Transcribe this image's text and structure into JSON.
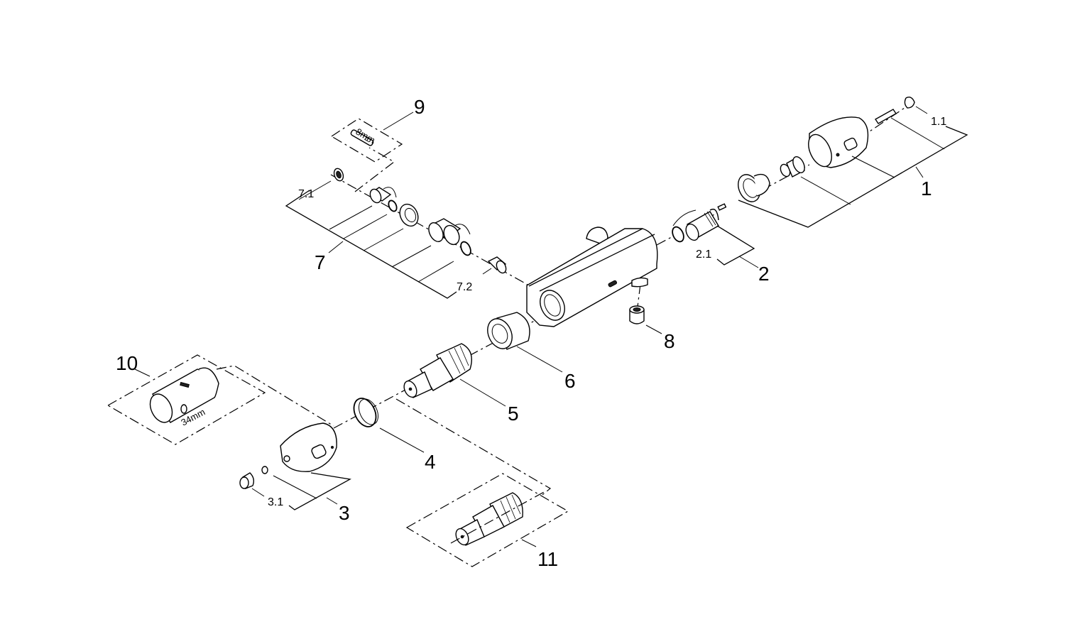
{
  "diagram": {
    "type": "exploded-view parts diagram",
    "subject": "thermostatic mixer valve",
    "parts": [
      {
        "id": "1",
        "label": "1",
        "description": "temperature handle assembly"
      },
      {
        "id": "1.1",
        "label": "1.1",
        "description": "handle screw and cap"
      },
      {
        "id": "2",
        "label": "2",
        "description": "flow control cartridge"
      },
      {
        "id": "2.1",
        "label": "2.1",
        "description": "o-ring"
      },
      {
        "id": "3",
        "label": "3",
        "description": "flow handle"
      },
      {
        "id": "3.1",
        "label": "3.1",
        "description": "handle screw and cap"
      },
      {
        "id": "4",
        "label": "4",
        "description": "ring"
      },
      {
        "id": "5",
        "label": "5",
        "description": "thermostatic cartridge"
      },
      {
        "id": "6",
        "label": "6",
        "description": "retaining nut"
      },
      {
        "id": "7",
        "label": "7",
        "description": "connection set"
      },
      {
        "id": "7.1",
        "label": "7.1",
        "description": "filter"
      },
      {
        "id": "7.2",
        "label": "7.2",
        "description": "check valve"
      },
      {
        "id": "8",
        "label": "8",
        "description": "outlet nipple"
      },
      {
        "id": "9",
        "label": "9",
        "description": "hex key",
        "dimension": "8mm"
      },
      {
        "id": "10",
        "label": "10",
        "description": "assembly tool",
        "dimension": "34mm"
      },
      {
        "id": "11",
        "label": "11",
        "description": "replacement thermostatic cartridge"
      }
    ]
  }
}
